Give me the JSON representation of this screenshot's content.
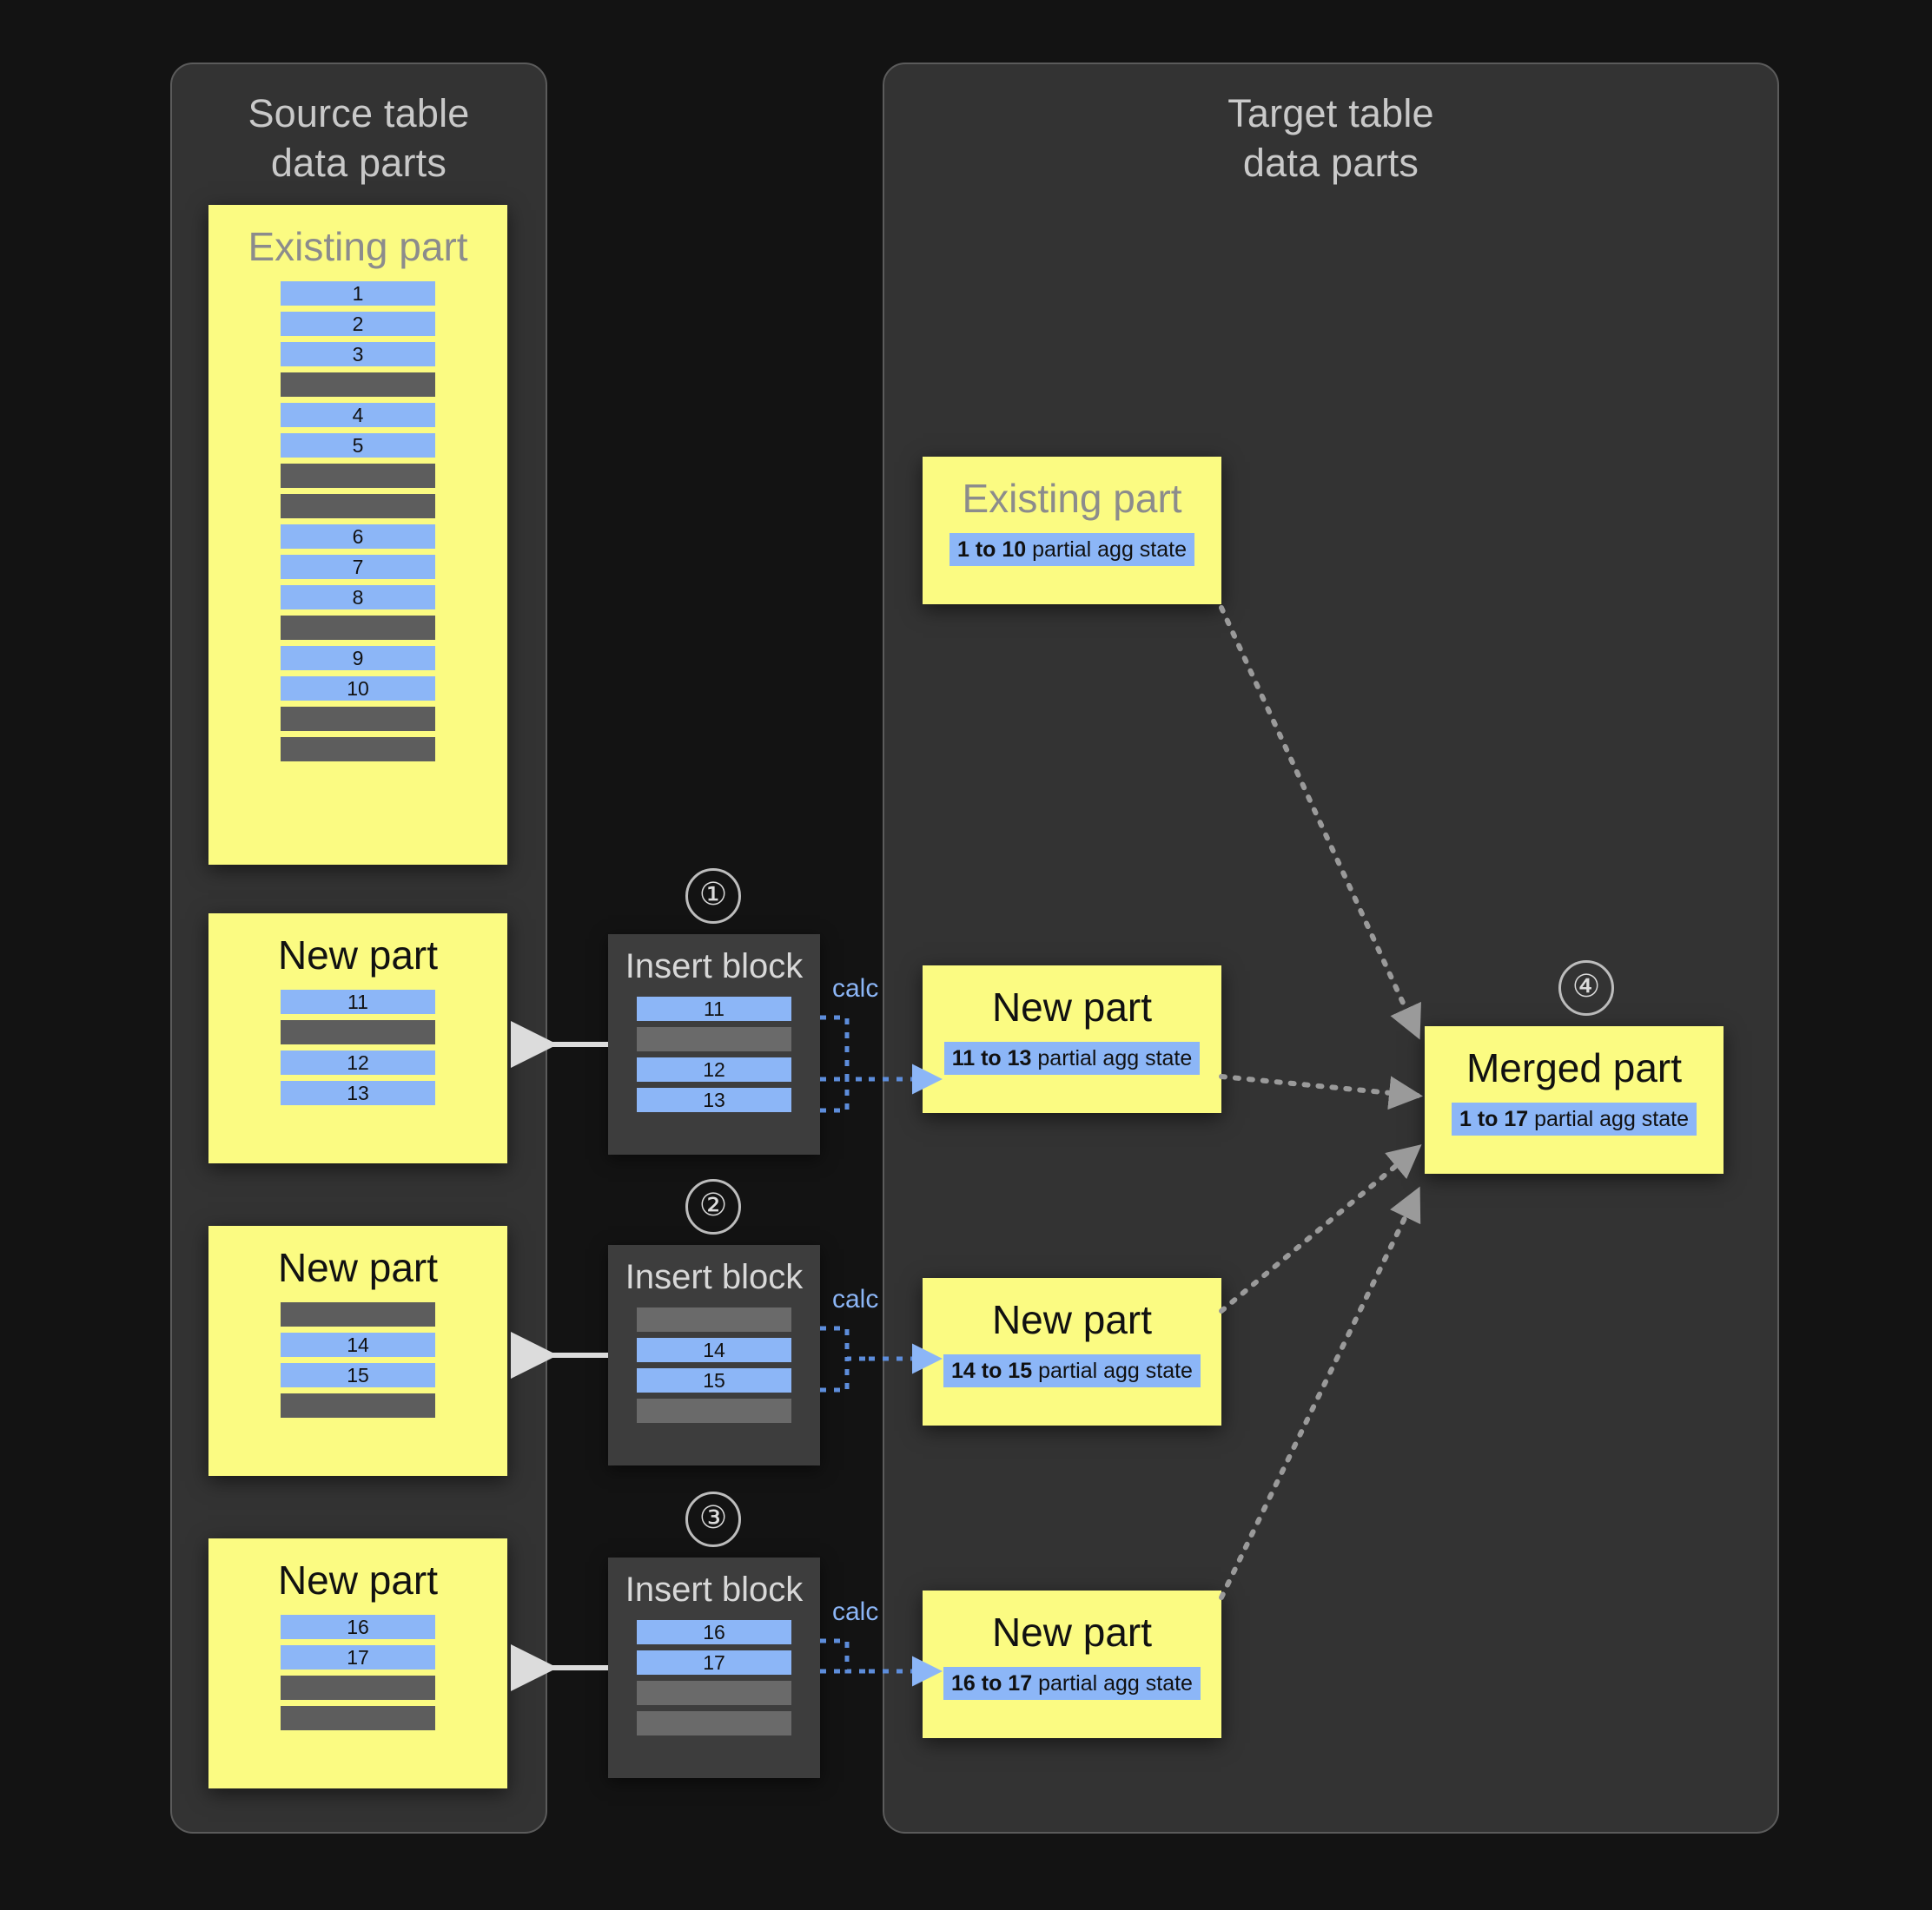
{
  "source_panel": {
    "title": "Source table\ndata parts",
    "existing_part": {
      "title": "Existing part",
      "rows": [
        "1",
        "2",
        "3",
        "",
        "4",
        "5",
        "",
        "",
        "6",
        "7",
        "8",
        "",
        "9",
        "10",
        "",
        ""
      ]
    },
    "new_parts": [
      {
        "title": "New part",
        "rows": [
          "11",
          "",
          "12",
          "13"
        ]
      },
      {
        "title": "New part",
        "rows": [
          "",
          "14",
          "15",
          ""
        ]
      },
      {
        "title": "New part",
        "rows": [
          "16",
          "17",
          "",
          ""
        ]
      }
    ]
  },
  "insert_blocks": [
    {
      "step": "①",
      "title": "Insert block",
      "calc_label": "calc",
      "rows": [
        "11",
        "",
        "12",
        "13"
      ]
    },
    {
      "step": "②",
      "title": "Insert block",
      "calc_label": "calc",
      "rows": [
        "",
        "14",
        "15",
        ""
      ]
    },
    {
      "step": "③",
      "title": "Insert block",
      "calc_label": "calc",
      "rows": [
        "16",
        "17",
        "",
        ""
      ]
    }
  ],
  "target_panel": {
    "title": "Target table\ndata parts",
    "existing_part": {
      "title": "Existing part",
      "range": "1 to 10",
      "state_text": " partial agg state"
    },
    "new_parts": [
      {
        "title": "New part",
        "range": "11 to 13",
        "state_text": " partial agg state"
      },
      {
        "title": "New part",
        "range": "14 to 15",
        "state_text": " partial agg state"
      },
      {
        "title": "New part",
        "range": "16 to 17",
        "state_text": " partial agg state"
      }
    ],
    "merged_part": {
      "step": "④",
      "title": "Merged part",
      "range": "1 to 17",
      "state_text": " partial agg state"
    }
  },
  "colors": {
    "background": "#131313",
    "panel": "#333333",
    "panel_border": "#5b5b5b",
    "part_yellow": "#fbfb82",
    "row_blue": "#8cb6f7",
    "row_gray": "#5d5d5d",
    "insert_block": "#3d3d3d",
    "accent_blue": "#8cb6f7",
    "arrow_gray": "#9a9a9a",
    "solid_arrow": "#dcdcdc"
  }
}
